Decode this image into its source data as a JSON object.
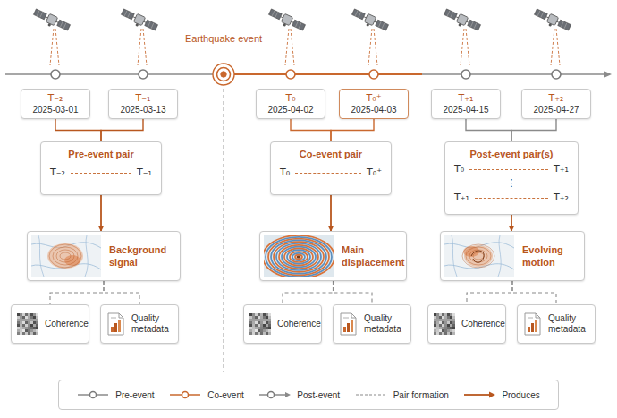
{
  "diagram": {
    "nodes": [
      {
        "text": [
          "T₋₂",
          "2025-03-01"
        ]
      },
      {
        "text": [
          "T₋₁",
          "2025-03-13"
        ]
      },
      {
        "text": [
          "T₀",
          "2025-04-02"
        ]
      },
      {
        "text": [
          "T₀⁺",
          "2025-04-03"
        ]
      },
      {
        "text": [
          "T₊₁",
          "2025-04-15"
        ]
      },
      {
        "text": [
          "T₊₂",
          "2025-04-27"
        ]
      },
      {
        "text": [
          "Pre-event pair",
          "T₋₂",
          "T₋₁"
        ]
      },
      {
        "text": [
          "Co-event pair",
          "T₀",
          "T₀⁺"
        ]
      },
      {
        "text": [
          "Post-event pair(s)",
          "T₀",
          "T₊₁",
          "⋮",
          "T₊₁",
          "T₊₂"
        ]
      },
      {
        "text": [
          "Background signal"
        ]
      },
      {
        "text": [
          "Main displacement"
        ]
      },
      {
        "text": [
          "Evolving motion"
        ]
      },
      {
        "text": [
          "Coherence"
        ]
      },
      {
        "text": [
          "Quality metadata"
        ]
      },
      {
        "text": [
          "Coherence"
        ]
      },
      {
        "text": [
          "Quality metadata"
        ]
      },
      {
        "text": [
          "Coherence"
        ]
      },
      {
        "text": [
          "Quality metadata"
        ]
      }
    ],
    "edges": [
      {
        "from": 0,
        "to": 6,
        "arrow": "none"
      },
      {
        "from": 1,
        "to": 6,
        "arrow": "none"
      },
      {
        "from": 2,
        "to": 7,
        "arrow": "none"
      },
      {
        "from": 3,
        "to": 7,
        "arrow": "none"
      },
      {
        "from": 4,
        "to": 8,
        "arrow": "none"
      },
      {
        "from": 5,
        "to": 8,
        "arrow": "none"
      },
      {
        "from": 6,
        "to": 9,
        "arrow": "to"
      },
      {
        "from": 7,
        "to": 10,
        "arrow": "to"
      },
      {
        "from": 8,
        "to": 11,
        "arrow": "to"
      },
      {
        "from": 9,
        "to": 12,
        "arrow": "none"
      },
      {
        "from": 9,
        "to": 13,
        "arrow": "none"
      },
      {
        "from": 10,
        "to": 14,
        "arrow": "none"
      },
      {
        "from": 10,
        "to": 15,
        "arrow": "none"
      },
      {
        "from": 11,
        "to": 16,
        "arrow": "none"
      },
      {
        "from": 11,
        "to": 17,
        "arrow": "none"
      }
    ],
    "labels": [
      "Earthquake event"
    ],
    "legend": [
      {
        "text": "Pre-event"
      },
      {
        "text": "Co-event"
      },
      {
        "text": "Post-event"
      },
      {
        "text": "Pair formation"
      },
      {
        "text": "Produces"
      }
    ]
  }
}
